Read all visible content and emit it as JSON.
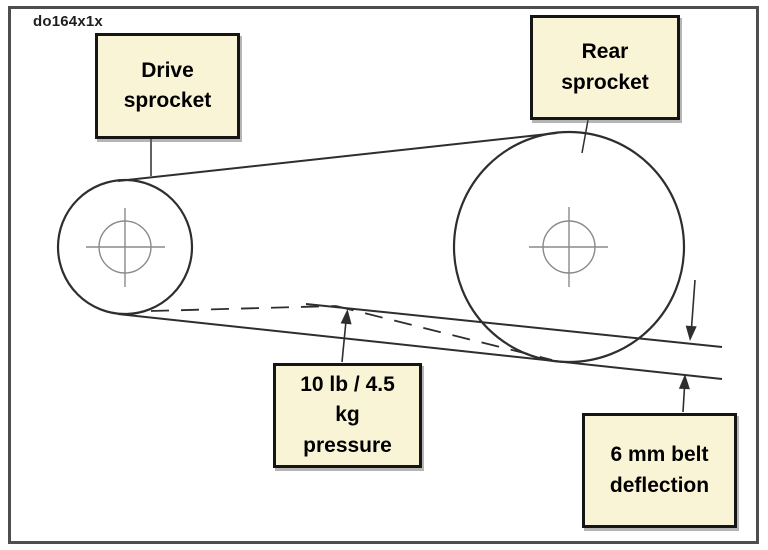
{
  "figure_id": "do164x1x",
  "callouts": {
    "drive": {
      "lines": [
        "Drive",
        "sprocket"
      ]
    },
    "rear": {
      "lines": [
        "Rear",
        "sprocket"
      ]
    },
    "pressure": {
      "lines": [
        "10 lb / 4.5",
        "kg",
        "pressure"
      ]
    },
    "deflection": {
      "lines": [
        "6 mm belt",
        "deflection"
      ]
    }
  },
  "icons": {
    "pressure_arrow": "up-arrow",
    "deflection_upper_arrow": "down-arrow",
    "deflection_lower_arrow": "up-arrow"
  },
  "colors": {
    "background": "#ffffff",
    "frame": "#4e4e4e",
    "line": "#2e2e2e",
    "hub": "#8a8a8a",
    "label_fill": "#faf4d6",
    "label_border": "#151515",
    "text": "#000000"
  }
}
